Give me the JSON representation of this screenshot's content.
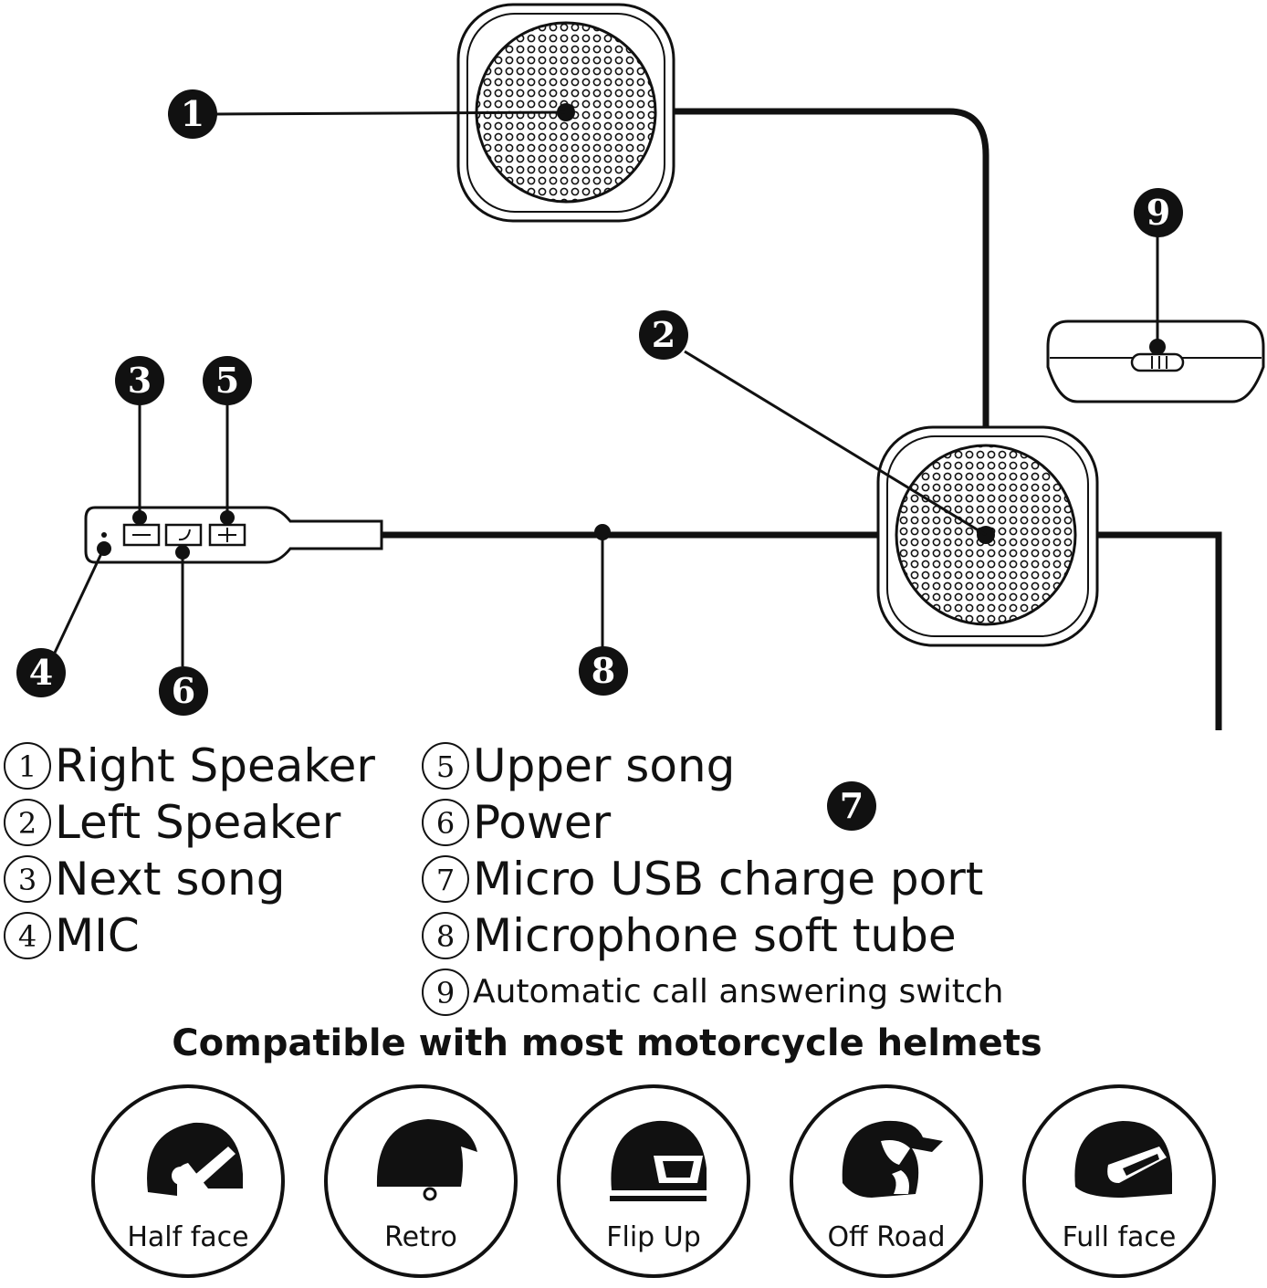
{
  "callouts": [
    "1",
    "2",
    "3",
    "4",
    "5",
    "6",
    "7",
    "8",
    "9"
  ],
  "legend": {
    "left": [
      {
        "mark": "1",
        "text": "Right Speaker"
      },
      {
        "mark": "2",
        "text": "Left Speaker"
      },
      {
        "mark": "3",
        "text": "Next song"
      },
      {
        "mark": "4",
        "text": "MIC"
      }
    ],
    "right": [
      {
        "mark": "5",
        "text": "Upper song"
      },
      {
        "mark": "6",
        "text": "Power"
      },
      {
        "mark": "7",
        "text": "Micro USB charge port"
      },
      {
        "mark": "8",
        "text": "Microphone soft tube"
      },
      {
        "mark": "9",
        "text": "Automatic call answering switch"
      }
    ]
  },
  "compat_title": "Compatible with most motorcycle helmets",
  "helmets": [
    {
      "label": "Half face",
      "icon": "half-face-helmet-icon"
    },
    {
      "label": "Retro",
      "icon": "retro-helmet-icon"
    },
    {
      "label": "Flip Up",
      "icon": "flip-up-helmet-icon"
    },
    {
      "label": "Off Road",
      "icon": "off-road-helmet-icon"
    },
    {
      "label": "Full face",
      "icon": "full-face-helmet-icon"
    }
  ],
  "colors": {
    "ink": "#111111",
    "usb": "#6b6b6b"
  }
}
